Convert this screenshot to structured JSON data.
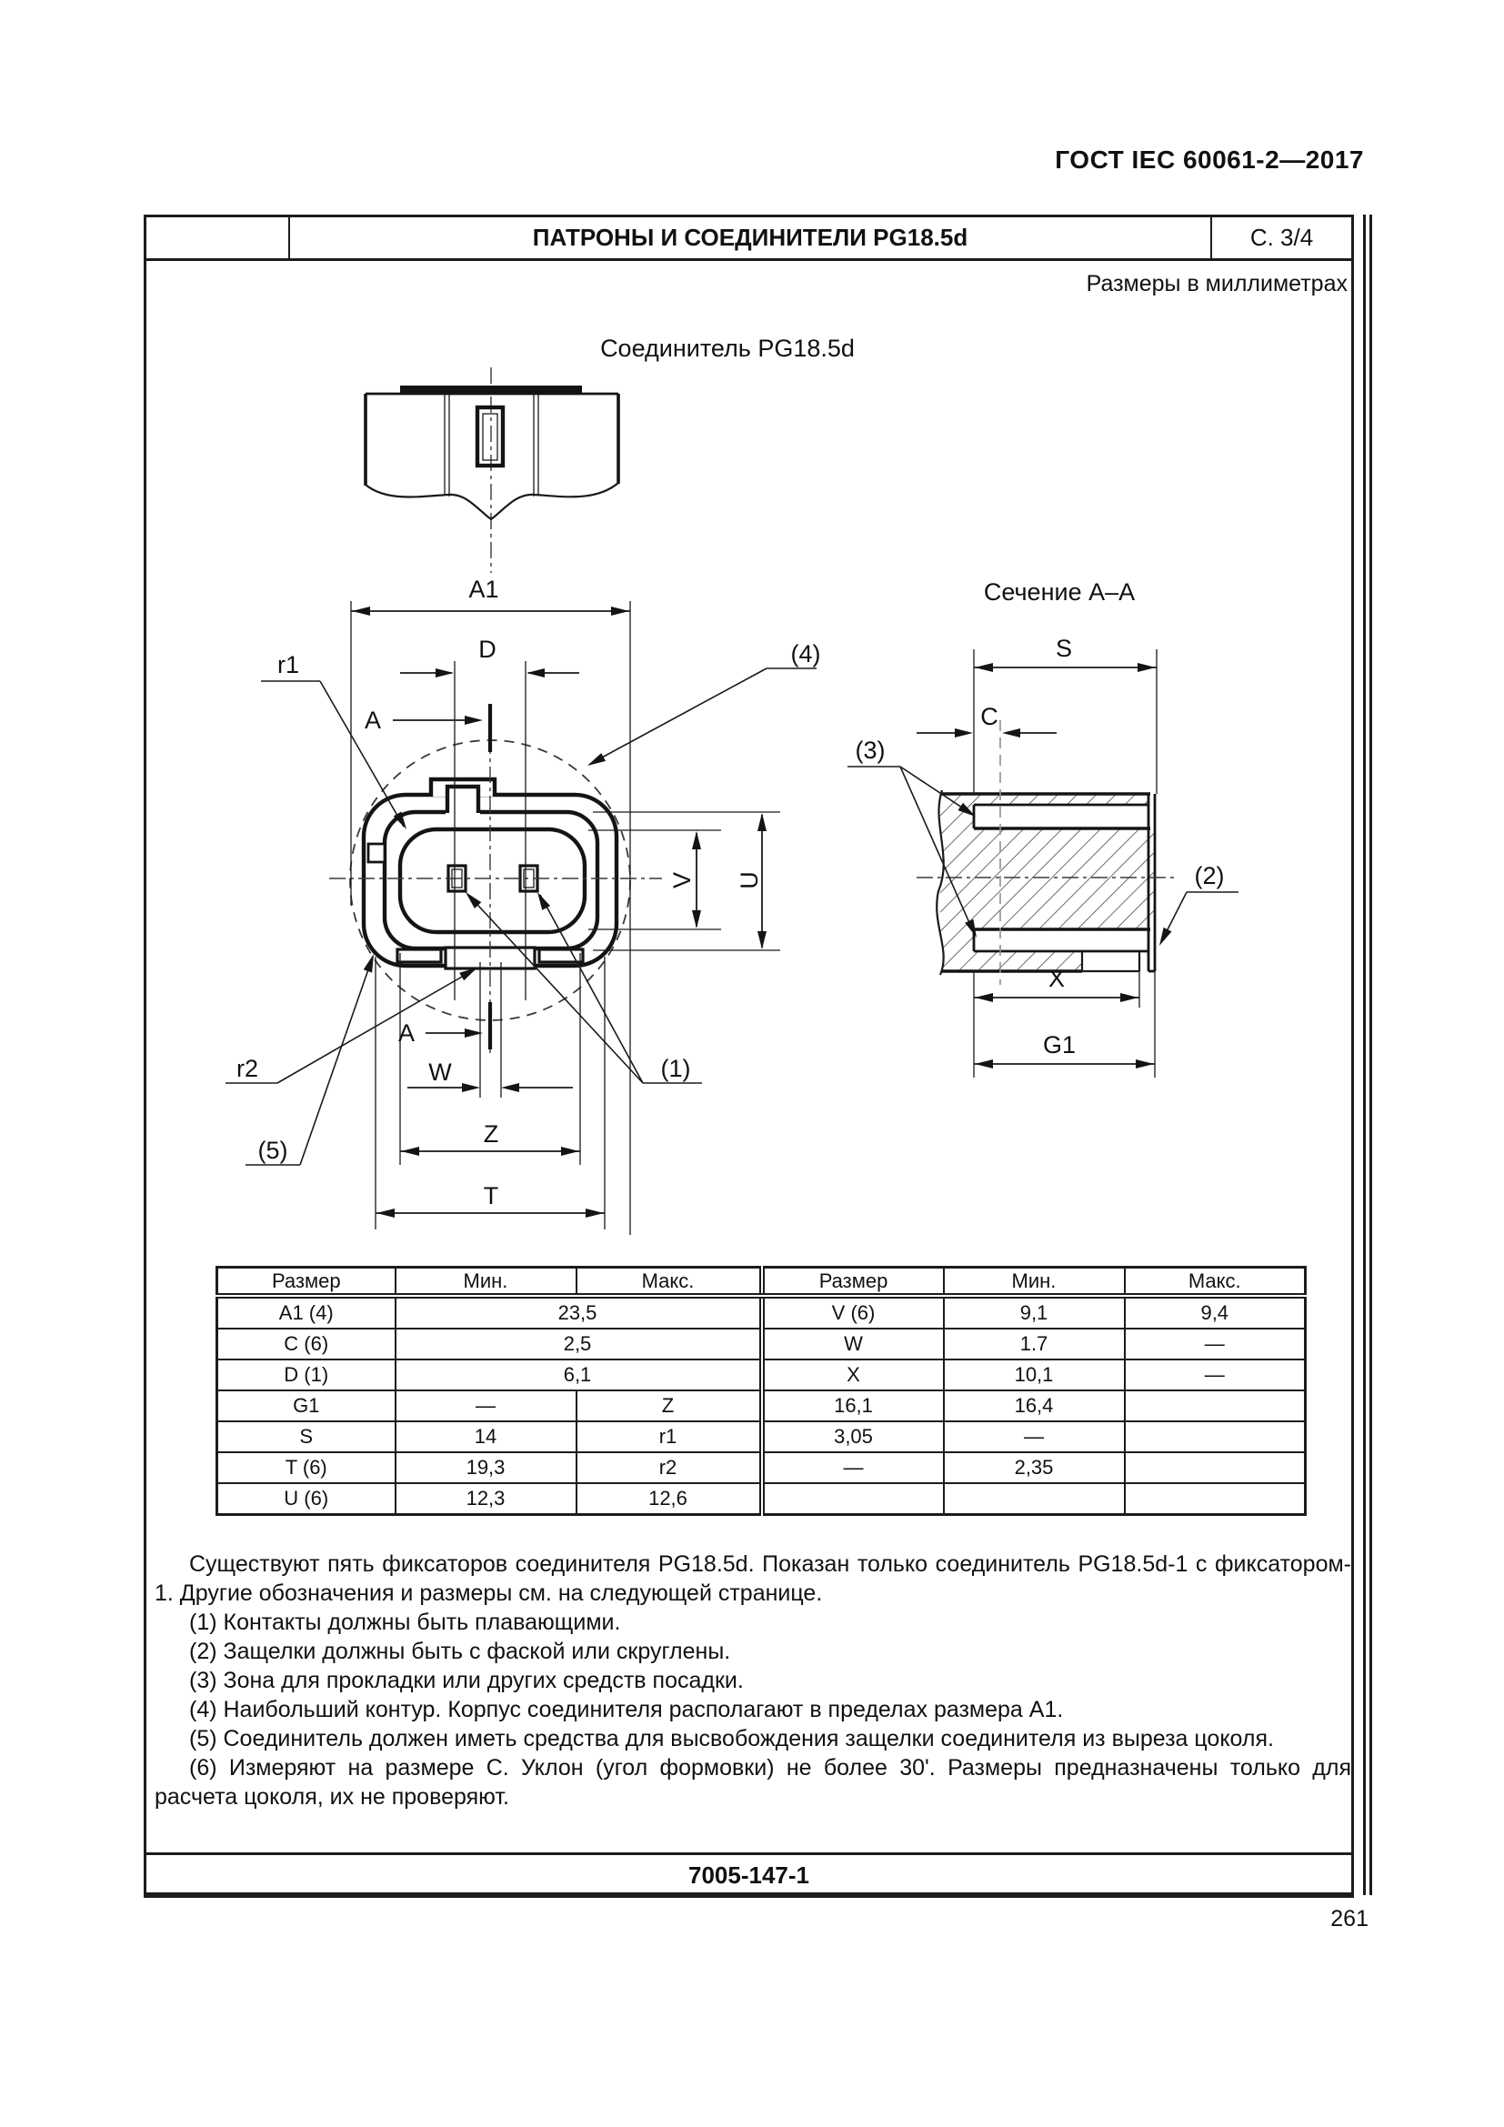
{
  "page": {
    "standard": "ГОСТ IEC 60061-2—2017",
    "page_number": "261",
    "sheet_code": "7005-147-1"
  },
  "header": {
    "title": "ПАТРОНЫ И СОЕДИНИТЕЛИ PG18.5d",
    "sheet": "С. 3/4",
    "units_note": "Размеры в миллиметрах"
  },
  "drawing": {
    "connector_title": "Соединитель PG18.5d",
    "section_title": "Сечение А–А",
    "labels": {
      "a1": "A1",
      "d": "D",
      "a": "A",
      "r1": "r1",
      "r2": "r2",
      "n1": "(1)",
      "n2": "(2)",
      "n3": "(3)",
      "n4": "(4)",
      "n5": "(5)",
      "w": "W",
      "z": "Z",
      "t": "T",
      "v": "V",
      "u": "U",
      "s": "S",
      "c": "C",
      "x": "X",
      "g1": "G1"
    }
  },
  "table": {
    "headers": [
      "Размер",
      "Мин.",
      "Макс.",
      "Размер",
      "Мин.",
      "Макс."
    ],
    "rows": [
      {
        "cells": [
          {
            "t": "A1 (4)"
          },
          {
            "t": "23,5",
            "span": 2
          },
          {
            "t": "V (6)",
            "dbl": true
          },
          {
            "t": "9,1"
          },
          {
            "t": "9,4"
          }
        ]
      },
      {
        "cells": [
          {
            "t": "C (6)"
          },
          {
            "t": "2,5",
            "span": 2
          },
          {
            "t": "W",
            "dbl": true
          },
          {
            "t": "1.7"
          },
          {
            "t": "—"
          }
        ]
      },
      {
        "cells": [
          {
            "t": "D (1)"
          },
          {
            "t": "6,1",
            "span": 2
          },
          {
            "t": "X",
            "dbl": true
          },
          {
            "t": "10,1"
          },
          {
            "t": "—"
          }
        ]
      },
      {
        "cells": [
          {
            "t": "G1"
          },
          {
            "t": "—"
          },
          {
            "t": "Z"
          },
          {
            "t": "16,1",
            "dbl": true
          },
          {
            "t": "16,4"
          },
          {
            "t": ""
          }
        ]
      },
      {
        "cells": [
          {
            "t": "S"
          },
          {
            "t": "14"
          },
          {
            "t": "r1"
          },
          {
            "t": "3,05",
            "dbl": true
          },
          {
            "t": "—"
          },
          {
            "t": ""
          }
        ]
      },
      {
        "cells": [
          {
            "t": "T (6)"
          },
          {
            "t": "19,3"
          },
          {
            "t": "r2"
          },
          {
            "t": "—",
            "dbl": true
          },
          {
            "t": "2,35"
          },
          {
            "t": ""
          }
        ]
      },
      {
        "cells": [
          {
            "t": "U (6)"
          },
          {
            "t": "12,3"
          },
          {
            "t": "12,6"
          },
          {
            "t": "",
            "dbl": true
          },
          {
            "t": ""
          },
          {
            "t": ""
          }
        ]
      }
    ]
  },
  "notes": {
    "paragraphs": [
      "Существуют пять фиксаторов соединителя PG18.5d. Показан только соединитель PG18.5d-1 с фиксатором- 1. Другие обозначения и размеры см. на следующей странице.",
      "(1) Контакты должны быть плавающими.",
      "(2) Защелки должны быть с фаской или скруглены.",
      "(3) Зона для прокладки или других средств посадки.",
      "(4) Наибольший контур. Корпус соединителя располагают в пределах размера A1.",
      "(5) Соединитель должен иметь средства для высвобождения защелки соединителя из выреза цоколя.",
      "(6) Измеряют на размере С. Уклон (угол формовки) не более 30'. Размеры предназначены только для расчета цоколя, их не проверяют."
    ]
  }
}
